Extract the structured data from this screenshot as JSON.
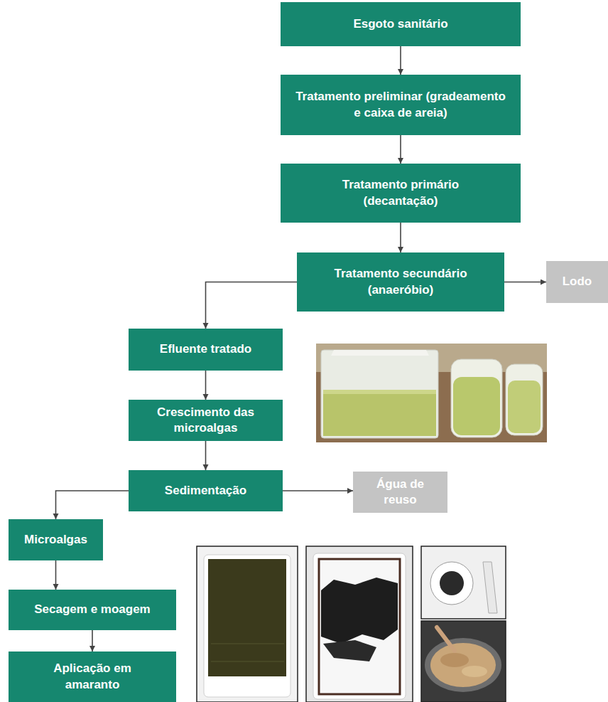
{
  "diagram": {
    "nodes": [
      {
        "text": [
          "Esgoto sanitário"
        ]
      },
      {
        "text": [
          "Tratamento preliminar (gradeamento e caixa de areia)"
        ]
      },
      {
        "text": [
          "Tratamento primário (decantação)"
        ]
      },
      {
        "text": [
          "Tratamento secundário (anaeróbio)"
        ]
      },
      {
        "text": [
          "Lodo"
        ]
      },
      {
        "text": [
          "Efluente tratado"
        ]
      },
      {
        "text": [
          "Crescimento das microalgas"
        ]
      },
      {
        "text": [
          "Sedimentação"
        ]
      },
      {
        "text": [
          "Água de reuso"
        ]
      },
      {
        "text": [
          "Microalgas"
        ]
      },
      {
        "text": [
          "Secagem e moagem"
        ]
      },
      {
        "text": [
          "Aplicação em amaranto"
        ]
      }
    ],
    "edges": [
      {
        "from": 0,
        "to": 1,
        "arrow": "to"
      },
      {
        "from": 1,
        "to": 2,
        "arrow": "to"
      },
      {
        "from": 2,
        "to": 3,
        "arrow": "to"
      },
      {
        "from": 3,
        "to": 4,
        "arrow": "to"
      },
      {
        "from": 3,
        "to": 5,
        "arrow": "to"
      },
      {
        "from": 5,
        "to": 6,
        "arrow": "to"
      },
      {
        "from": 6,
        "to": 7,
        "arrow": "to"
      },
      {
        "from": 7,
        "to": 8,
        "arrow": "to"
      },
      {
        "from": 7,
        "to": 9,
        "arrow": "to"
      },
      {
        "from": 9,
        "to": 10,
        "arrow": "to"
      },
      {
        "from": 10,
        "to": 11,
        "arrow": "to"
      }
    ]
  }
}
